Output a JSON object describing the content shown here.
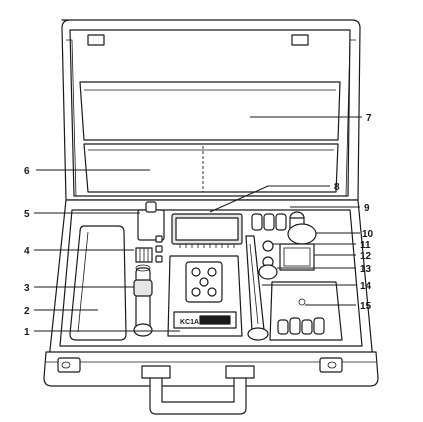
{
  "labels": {
    "l1": "1",
    "l2": "2",
    "l3": "3",
    "l4": "4",
    "l5": "5",
    "l6": "6",
    "l7": "7",
    "l8": "8",
    "l9": "9",
    "l10": "10",
    "l11": "11",
    "l12": "12",
    "l13": "13",
    "l14": "14",
    "l15": "15"
  },
  "device_label": "KC1A"
}
